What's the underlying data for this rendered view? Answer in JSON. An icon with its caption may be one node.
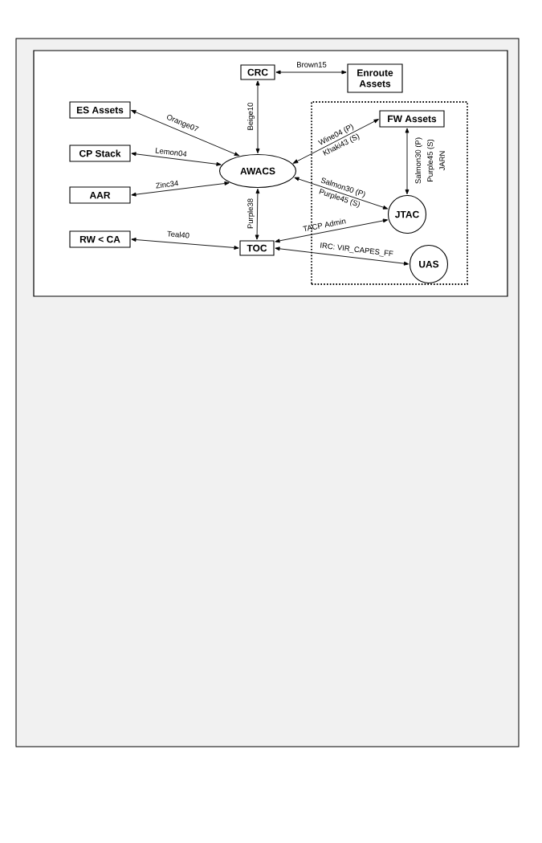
{
  "diagram": {
    "nodes": [
      {
        "text": [
          "CRC"
        ]
      },
      {
        "text": [
          "Enroute Assets"
        ]
      },
      {
        "text": [
          "ES Assets"
        ]
      },
      {
        "text": [
          "CP Stack"
        ]
      },
      {
        "text": [
          "AWACS"
        ]
      },
      {
        "text": [
          "AAR"
        ]
      },
      {
        "text": [
          "RW < CA"
        ]
      },
      {
        "text": [
          "TOC"
        ]
      },
      {
        "text": [],
        "shape": "box"
      },
      {
        "text": [
          "FW Assets"
        ],
        "in": 8
      },
      {
        "text": [
          "JTAC"
        ],
        "in": 8
      },
      {
        "text": [
          "UAS"
        ],
        "in": 8
      }
    ],
    "edges": [
      {
        "from": 2,
        "to": 4,
        "arrow": "both",
        "label": "Orange07"
      },
      {
        "from": 3,
        "to": 4,
        "arrow": "both",
        "label": "Lemon04"
      },
      {
        "from": 5,
        "to": 4,
        "arrow": "both",
        "label": "Zinc34"
      },
      {
        "from": 6,
        "to": 7,
        "arrow": "both",
        "label": "Teal40"
      },
      {
        "from": 0,
        "to": 1,
        "arrow": "both",
        "label": "Brown15"
      },
      {
        "from": 0,
        "to": 4,
        "arrow": "both",
        "label": "Beige10"
      },
      {
        "from": 4,
        "to": 7,
        "arrow": "both",
        "label": "Purple38"
      },
      {
        "from": 4,
        "to": 9,
        "arrow": "both",
        "label": "Wine04 (P) Khaki43 (S)"
      },
      {
        "from": 4,
        "to": 10,
        "arrow": "both",
        "label": "Salmon30 (P) Purple45 (S)"
      },
      {
        "from": 9,
        "to": 10,
        "arrow": "both",
        "label": "Salmon30 (P) Purple45 (S) JARN"
      },
      {
        "from": 7,
        "to": 10,
        "arrow": "both",
        "label": "TACP Admin"
      },
      {
        "from": 7,
        "to": 11,
        "arrow": "both",
        "label": "IRC: VIR_CAPES_FF"
      }
    ]
  }
}
